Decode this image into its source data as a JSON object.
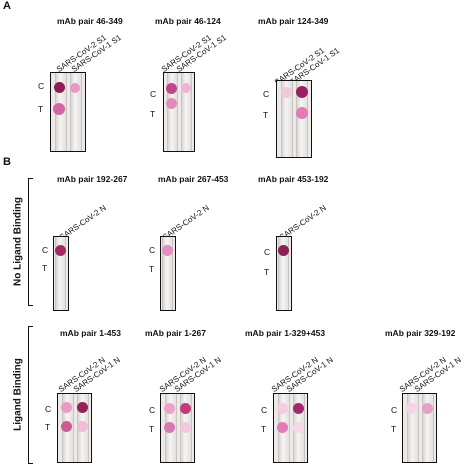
{
  "panel_a": {
    "letter": "A",
    "items": [
      {
        "title": "mAb pair 46-349",
        "lanes": [
          "SARS-CoV-2 S1",
          "SARS-CoV-1 S1"
        ]
      },
      {
        "title": "mAb pair 46-124",
        "lanes": [
          "SARS-CoV-2 S1",
          "SARS-CoV-1 S1"
        ]
      },
      {
        "title": "mAb pair 124-349",
        "lanes": [
          "SARS-CoV-2 S1",
          "SARS-CoV-1 S1"
        ]
      }
    ]
  },
  "panel_b": {
    "letter": "B",
    "no_ligand": {
      "label": "No Ligand Binding",
      "items": [
        {
          "title": "mAb pair 192-267",
          "lane": "SARS-CoV-2 N"
        },
        {
          "title": "mAb pair 267-453",
          "lane": "SARS-CoV-2 N"
        },
        {
          "title": "mAb pair 453-192",
          "lane": "SARS-CoV-2 N"
        }
      ]
    },
    "ligand": {
      "label": "Ligand Binding",
      "items": [
        {
          "title": "mAb pair 1-453",
          "lanes": [
            "SARS-CoV-2 N",
            "SARS-CoV-1 N"
          ]
        },
        {
          "title": "mAb pair 1-267",
          "lanes": [
            "SARS-CoV-2 N",
            "SARS-CoV-1 N"
          ]
        },
        {
          "title": "mAb pair 1-329+453",
          "lanes": [
            "SARS-CoV-2 N",
            "SARS-CoV-1 N"
          ]
        },
        {
          "title": "mAb pair 329-192",
          "lanes": [
            "SARS-CoV-2 N",
            "SARS-CoV-1 N"
          ]
        }
      ]
    }
  },
  "line_labels": {
    "control": "C",
    "test": "T"
  },
  "colors": {
    "dark_magenta": "#8a1f55",
    "magenta": "#c2458a",
    "pink": "#e79ac6",
    "light_pink": "#f3c7df"
  }
}
